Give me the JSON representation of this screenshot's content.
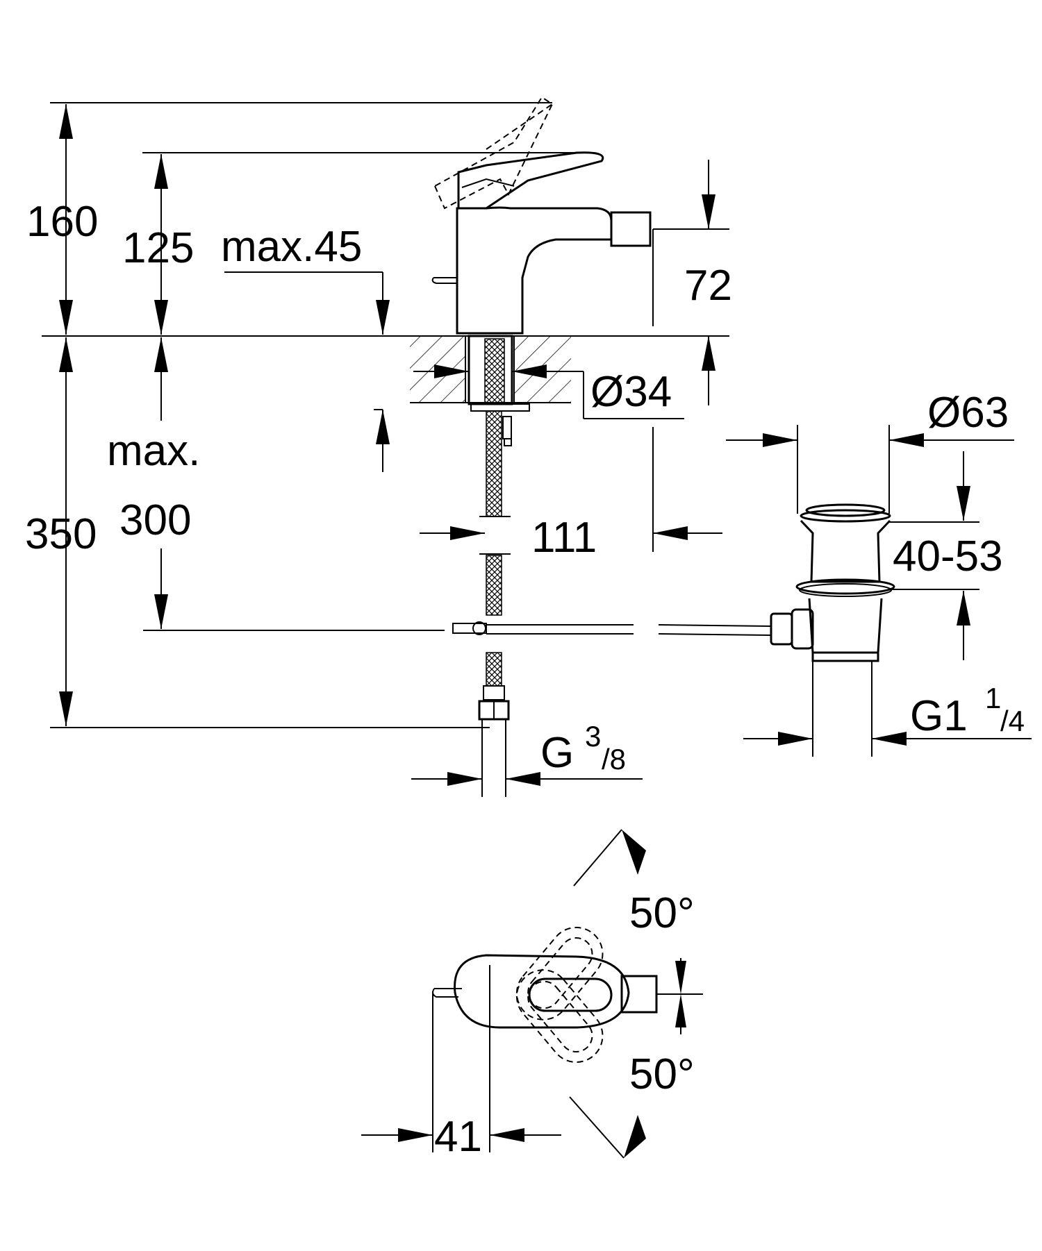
{
  "drawing": {
    "side_view": {
      "dim_160": "160",
      "dim_125": "125",
      "dim_max45": "max.45",
      "dim_72": "72",
      "dim_d34": "Ø34",
      "dim_max": "max.",
      "dim_300": "300",
      "dim_350": "350",
      "dim_111": "111",
      "dim_d63": "Ø63",
      "dim_40_53": "40-53",
      "thread_g": "G",
      "thread_g_num": "3",
      "thread_g_den": "/8",
      "thread_g1": "G1",
      "thread_g1_num": "1",
      "thread_g1_den": "/4"
    },
    "top_view": {
      "angle_upper": "50°",
      "angle_lower": "50°",
      "dim_41": "41"
    }
  }
}
